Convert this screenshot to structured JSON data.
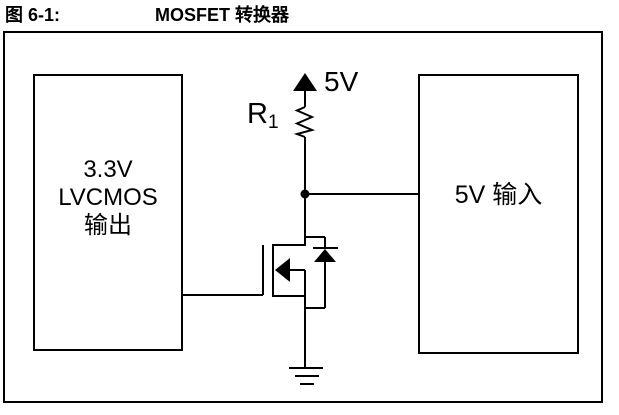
{
  "title": {
    "figure_label": "图 6-1:",
    "figure_title": "MOSFET 转换器"
  },
  "diagram": {
    "left_box": {
      "lines": [
        "3.3V",
        "LVCMOS",
        "输出"
      ]
    },
    "right_box": {
      "label": "5V 输入"
    },
    "supply_label": "5V",
    "resistor": {
      "letter": "R",
      "subscript": "1"
    },
    "icons": {
      "supply_arrow": "up-arrow-5v-supply-icon",
      "mosfet": "n-channel-mosfet-icon",
      "body_diode": "body-diode-icon",
      "junction": "junction-dot-icon",
      "ground": "ground-icon"
    },
    "colors": {
      "line": "#000000",
      "background": "#ffffff",
      "text": "#000000"
    }
  }
}
